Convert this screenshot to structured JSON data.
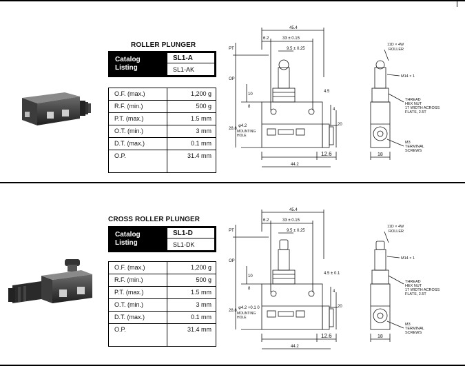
{
  "sections": [
    {
      "title": "ROLLER PLUNGER",
      "catalog_label_line1": "Catalog",
      "catalog_label_line2": "Listing",
      "codes": [
        "SL1-A",
        "SL1-AK"
      ],
      "specs": [
        {
          "label": "O.F. (max.)",
          "value": "1,200 g"
        },
        {
          "label": "R.F. (min.)",
          "value": "500 g"
        },
        {
          "label": "P.T. (max.)",
          "value": "1.5 mm"
        },
        {
          "label": "O.T. (min.)",
          "value": "3    mm"
        },
        {
          "label": "D.T. (max.)",
          "value": "0.1 mm"
        },
        {
          "label": "O.P.",
          "value": "31.4 mm"
        }
      ],
      "dims": {
        "overall_width": "45.4",
        "d62": "6.2",
        "d33": "33 ± 0.15",
        "d95": "9.5 ± 0.25",
        "pt": "PT",
        "op": "OP",
        "d10": "10",
        "d8": "8",
        "d45": "4.5",
        "d4": "4",
        "d20": "20",
        "d288": "28.8",
        "mount_hole": "φ4.2",
        "mount_label1": "MOUNTING",
        "mount_label2": "HOLE",
        "d126": "12.6",
        "d442": "44.2",
        "roller_label1": "11D × 4W",
        "roller_label2": "ROLLER",
        "thread_label": "M14 × 1",
        "hexnut_label1": "THREAD",
        "hexnut_label2": "HEX NUT",
        "hexnut_label3": "17 WIDTH ACROSS",
        "hexnut_label4": "FLATS, 2.5T",
        "term_label1": "M3",
        "term_label2": "TERMINAL",
        "term_label3": "SCREWS",
        "d18": "18"
      }
    },
    {
      "title": "CROSS ROLLER PLUNGER",
      "catalog_label_line1": "Catalog",
      "catalog_label_line2": "Listing",
      "codes": [
        "SL1-D",
        "SL1-DK"
      ],
      "specs": [
        {
          "label": "O.F. (max.)",
          "value": "1,200 g"
        },
        {
          "label": "R.F. (min.)",
          "value": "500 g"
        },
        {
          "label": "P.T. (max.)",
          "value": "1.5 mm"
        },
        {
          "label": "O.T. (min.)",
          "value": "3    mm"
        },
        {
          "label": "D.T. (max.)",
          "value": "0.1 mm"
        },
        {
          "label": "O.P.",
          "value": "31.4 mm"
        }
      ],
      "dims": {
        "overall_width": "45.4",
        "d62": "6.2",
        "d33": "33 ± 0.15",
        "d95": "9.5 ± 0.25",
        "pt": "PT",
        "op": "OP",
        "d10": "10",
        "d8": "8",
        "d45": "4.5 ± 0.1",
        "d4": "4",
        "d20": "20",
        "d288": "28.8",
        "mount_hole": "φ4.2 +0.1 0",
        "mount_label1": "MOUNTING",
        "mount_label2": "HOLE",
        "d126": "12.6",
        "d442": "44.2",
        "roller_label1": "11D × 4W",
        "roller_label2": "ROLLER",
        "thread_label": "M14 × 1",
        "hexnut_label1": "THREAD",
        "hexnut_label2": "HEX NUT",
        "hexnut_label3": "17 WIDTH ACROSS",
        "hexnut_label4": "FLATS, 2.5T",
        "term_label1": "M3",
        "term_label2": "TERMINAL",
        "term_label3": "SCREWS",
        "d18": "18"
      }
    }
  ]
}
